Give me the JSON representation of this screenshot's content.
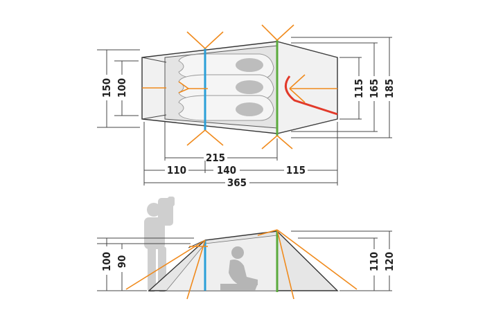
{
  "top_view": {
    "dims": {
      "width_outer": "150",
      "width_inner": "100",
      "right_115": "115",
      "right_165": "165",
      "right_185": "185",
      "inner_length": "215",
      "seg_left": "110",
      "seg_mid": "140",
      "seg_right": "115",
      "total_length": "365"
    }
  },
  "side_view": {
    "dims": {
      "height_outer": "100",
      "height_inner": "90",
      "height_right_inner": "110",
      "height_right_outer": "120"
    }
  },
  "colors": {
    "guy_lines": "#f08a1c",
    "pole_blue": "#2a9fd8",
    "pole_green": "#5aaa3c",
    "pole_red": "#e23a2a",
    "tent_fill": "#ececec",
    "outline": "#333333"
  }
}
